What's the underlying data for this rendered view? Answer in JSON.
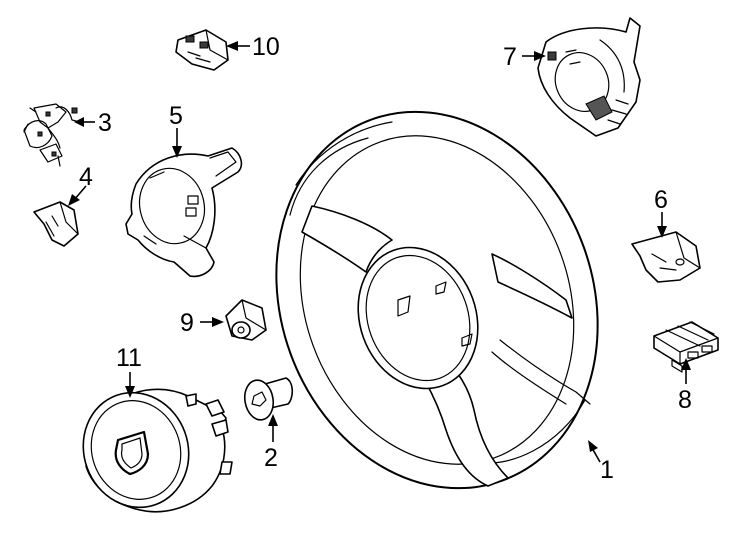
{
  "parts": [
    {
      "id": "steering-wheel",
      "callout": "1"
    },
    {
      "id": "bolt",
      "callout": "2"
    },
    {
      "id": "wiring-harness",
      "callout": "3"
    },
    {
      "id": "switch-small",
      "callout": "4"
    },
    {
      "id": "trim-cover",
      "callout": "5"
    },
    {
      "id": "switch-right",
      "callout": "6"
    },
    {
      "id": "column-cover",
      "callout": "7"
    },
    {
      "id": "control-module",
      "callout": "8"
    },
    {
      "id": "damper",
      "callout": "9"
    },
    {
      "id": "switch-top",
      "callout": "10"
    },
    {
      "id": "airbag-module",
      "callout": "11"
    }
  ],
  "colors": {
    "line": "#000000",
    "background": "#ffffff",
    "shade": "#3a3a3a"
  },
  "icons": {
    "airbag_emblem": "crest-icon"
  }
}
